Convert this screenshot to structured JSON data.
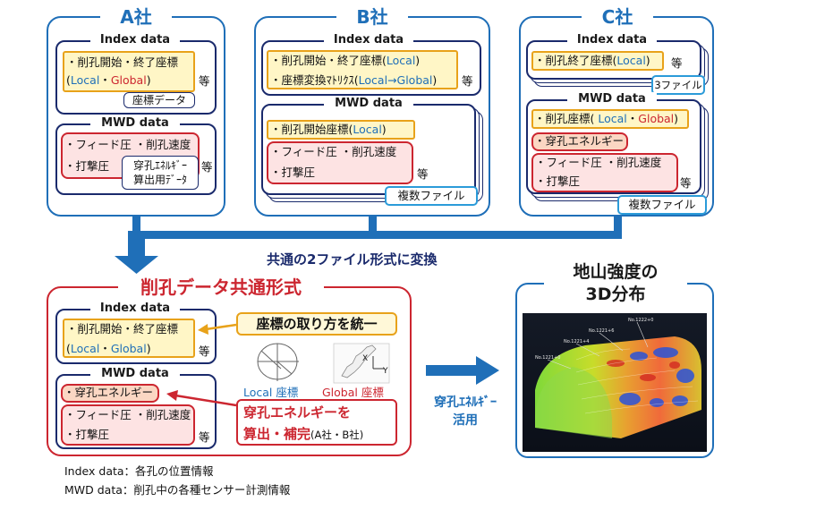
{
  "companies": {
    "a": {
      "title": "A社",
      "index": {
        "title": "Index data",
        "line1": "・削孔開始・終了座標",
        "open": "(",
        "local": "Local",
        "dot": "・",
        "global": "Global",
        "close": ")",
        "tag": "座標データ",
        "etc": "等"
      },
      "mwd": {
        "title": "MWD data",
        "line1": "・フィード圧 ・削孔速度",
        "line2": "・打撃圧",
        "tag_line1": "穿孔ｴﾈﾙｷﾞｰ",
        "tag_line2": "算出用ﾃﾞｰﾀ",
        "etc": "等"
      }
    },
    "b": {
      "title": "B社",
      "index": {
        "title": "Index data",
        "line1_pre": "・削孔開始・終了座標(",
        "line1_local": "Local",
        "line1_post": ")",
        "line2_pre": "・座標変換ﾏﾄﾘｸｽ(",
        "line2_arrow": "Local→Global",
        "line2_post": ")",
        "etc": "等"
      },
      "mwd": {
        "title": "MWD data",
        "line1_pre": "・削孔開始座標(",
        "line1_local": "Local",
        "line1_post": ")",
        "line2": "・フィード圧 ・削孔速度",
        "line3": "・打撃圧",
        "etc": "等",
        "files": "複数ファイル"
      }
    },
    "c": {
      "title": "C社",
      "index": {
        "title": "Index data",
        "line1_pre": "・削孔終了座標(",
        "line1_local": "Local",
        "line1_post": ")",
        "etc": "等",
        "files": "3ファイル"
      },
      "mwd": {
        "title": "MWD data",
        "line1_pre": "・削孔座標( ",
        "line1_local": "Local",
        "dot": "・",
        "line1_global": "Global",
        "line1_post": ")",
        "energy": "・穿孔エネルギー",
        "line2": "・フィード圧 ・削孔速度",
        "line3": "・打撃圧",
        "etc": "等",
        "files": "複数ファイル"
      }
    }
  },
  "convert_label": "共通の2ファイル形式に変換",
  "common": {
    "title": "削孔データ共通形式",
    "index": {
      "title": "Index data",
      "line1": "・削孔開始・終了座標",
      "open": "(",
      "local": "Local",
      "dot": "・",
      "global": "Global",
      "close": ")",
      "etc": "等"
    },
    "mwd": {
      "title": "MWD data",
      "energy": "・穿孔エネルギー",
      "line1": "・フィード圧 ・削孔速度",
      "line2": "・打撃圧",
      "etc": "等"
    },
    "callout_coord": "座標の取り方を統一",
    "callout_energy_1": "穿孔エネルギーを",
    "callout_energy_2": "算出・補完",
    "callout_energy_note": "(A社・B社)",
    "local_coord": "Local 座標",
    "global_coord": "Global 座標",
    "axis_x": "X",
    "axis_y": "Y"
  },
  "use_label_1": "穿孔ｴﾈﾙｷﾞｰ",
  "use_label_2": "活用",
  "result": {
    "title_1": "地山強度の",
    "title_2": "3D分布",
    "markers": [
      "No.1222+0",
      "No.1221+6",
      "No.1221+4",
      "No.1221+0"
    ]
  },
  "notes": {
    "index": "Index data：各孔の位置情報",
    "mwd": "MWD data：削孔中の各種センサー計測情報"
  },
  "colors": {
    "company_blue": "#1f6fb8",
    "common_red": "#cc2630",
    "box_yellow": "#fff6c6",
    "box_pink": "#fde3e3",
    "arrow_blue": "#1f6fb8"
  }
}
